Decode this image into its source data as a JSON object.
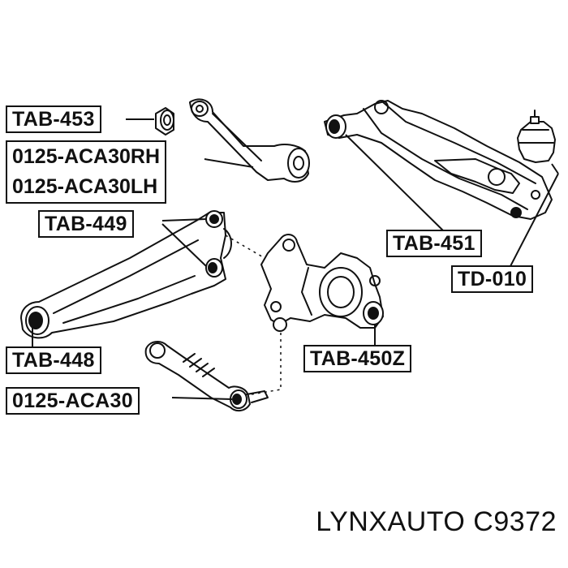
{
  "labels": {
    "tab453": "TAB-453",
    "aca30rh": "0125-ACA30RH",
    "aca30lh": "0125-ACA30LH",
    "tab449": "TAB-449",
    "tab448": "TAB-448",
    "aca30": "0125-ACA30",
    "tab451": "TAB-451",
    "td010": "TD-010",
    "tab450z": "TAB-450Z"
  },
  "caption": "LYNXAUTO C9372"
}
